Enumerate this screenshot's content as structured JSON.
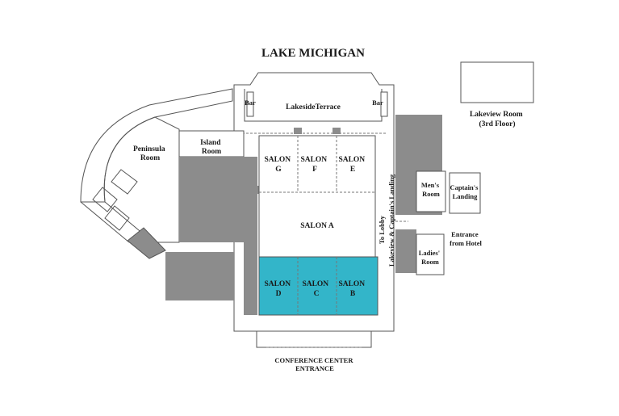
{
  "map": {
    "title": "LAKE MICHIGAN",
    "colors": {
      "highlight": "#33b5c9",
      "service_area": "#8c8c8c",
      "wall": "#555555",
      "background": "#ffffff"
    },
    "labels": {
      "lakeside_terrace": "LakesideTerrace",
      "bar_left": "Bar",
      "bar_right": "Bar",
      "peninsula": [
        "Peninsula",
        "Room"
      ],
      "island": [
        "Island",
        "Room"
      ],
      "salon_g": [
        "SALON",
        "G"
      ],
      "salon_f": [
        "SALON",
        "F"
      ],
      "salon_e": [
        "SALON",
        "E"
      ],
      "salon_a": "SALON A",
      "salon_d": [
        "SALON",
        "D"
      ],
      "salon_c": [
        "SALON",
        "C"
      ],
      "salon_b": [
        "SALON",
        "B"
      ],
      "to_lobby": "To Lobby",
      "corridor": "Lakeview & Captain's Landing",
      "mens": [
        "Men's",
        "Room"
      ],
      "ladies": [
        "Ladies'",
        "Room"
      ],
      "captains": [
        "Captain's",
        "Landing"
      ],
      "lakeview": [
        "Lakeview Room",
        "(3rd Floor)"
      ],
      "entrance_hotel": [
        "Entrance",
        "from Hotel"
      ],
      "conference": [
        "CONFERENCE CENTER",
        "ENTRANCE"
      ]
    }
  }
}
